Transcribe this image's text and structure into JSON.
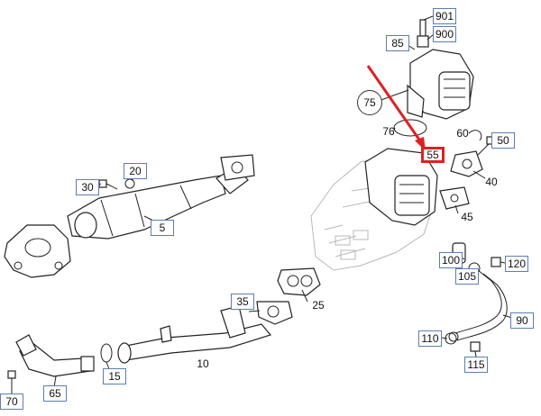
{
  "accent_colors": {
    "callout_border": "#5b7fb0",
    "highlight": "#e02020",
    "arrow": "#e02020"
  },
  "callouts": {
    "c901": "901",
    "c900": "900",
    "c85": "85",
    "c75": "75",
    "c76": "76",
    "c60": "60",
    "c50": "50",
    "c55": "55",
    "c40": "40",
    "c45": "45",
    "c20": "20",
    "c30": "30",
    "c5": "5",
    "c100": "100",
    "c120": "120",
    "c105": "105",
    "c25": "25",
    "c35": "35",
    "c90": "90",
    "c110": "110",
    "c115": "115",
    "c10": "10",
    "c15": "15",
    "c65": "65",
    "c70": "70"
  }
}
